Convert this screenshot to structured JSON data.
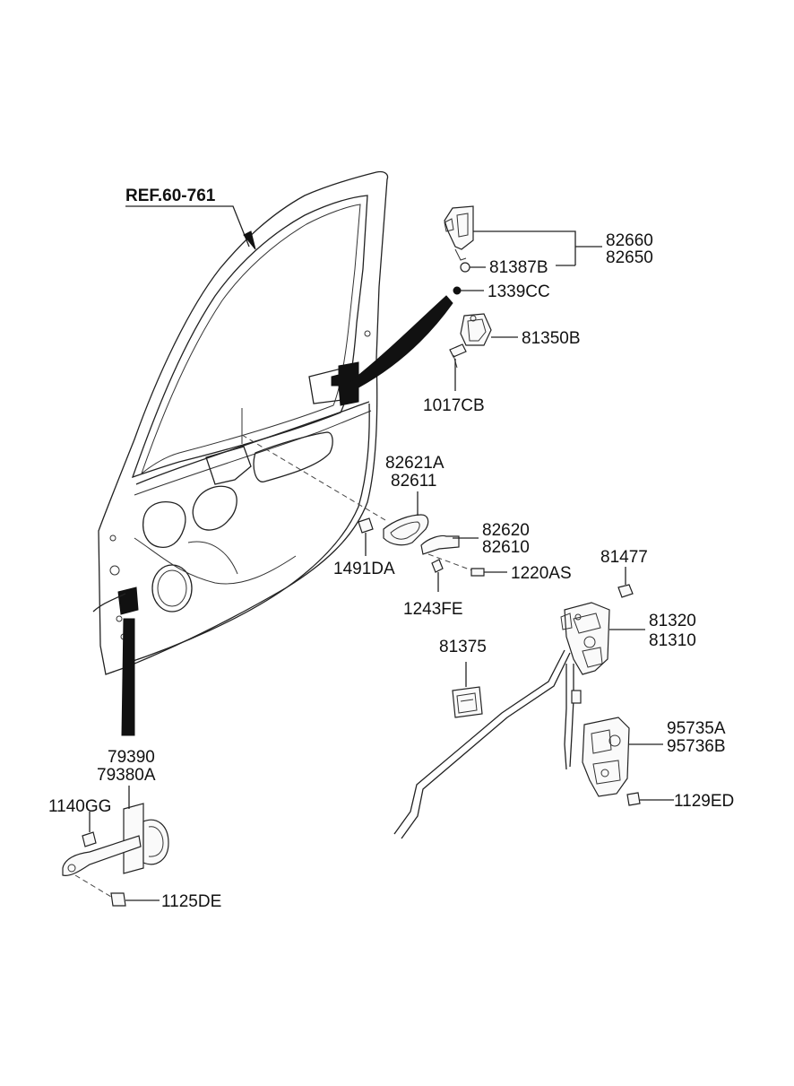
{
  "diagram": {
    "ref_label": "REF.60-761",
    "labels": {
      "p82660": "82660",
      "p82650": "82650",
      "p81387B": "81387B",
      "p1339CC": "1339CC",
      "p81350B": "81350B",
      "p1017CB": "1017CB",
      "p82621A": "82621A",
      "p82611": "82611",
      "p82620": "82620",
      "p82610": "82610",
      "p1491DA": "1491DA",
      "p1220AS": "1220AS",
      "p1243FE": "1243FE",
      "p81477": "81477",
      "p81320": "81320",
      "p81310": "81310",
      "p81375": "81375",
      "p95735A": "95735A",
      "p95736B": "95736B",
      "p1129ED": "1129ED",
      "p79390": "79390",
      "p79380A": "79380A",
      "p1140GG": "1140GG",
      "p1125DE": "1125DE"
    }
  }
}
